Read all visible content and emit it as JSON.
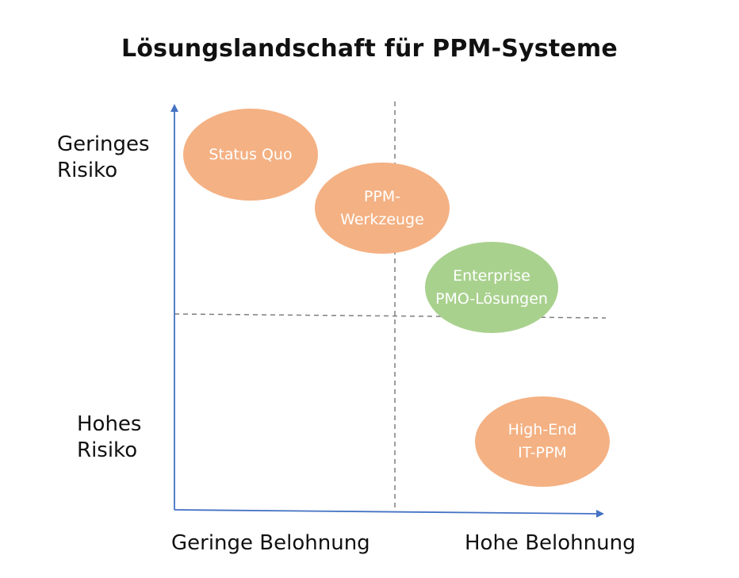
{
  "title": "Lösungslandschaft für PPM-Systeme",
  "y_axis": {
    "top_label": "Geringes\nRisiko",
    "bottom_label": "Hohes\nRisiko"
  },
  "x_axis": {
    "left_label": "Geringe Belohnung",
    "right_label": "Hohe Belohnung"
  },
  "bubbles": [
    {
      "label": "Status Quo",
      "color": "#f4b183"
    },
    {
      "label": "PPM-\nWerkzeuge",
      "color": "#f4b183"
    },
    {
      "label": "Enterprise\nPMO-Lösungen",
      "color": "#a9d18e"
    },
    {
      "label": "High-End\nIT-PPM",
      "color": "#f4b183"
    }
  ],
  "colors": {
    "axis": "#4472c4",
    "divider": "#7f7f7f",
    "orange": "#f4b183",
    "green": "#a9d18e"
  }
}
